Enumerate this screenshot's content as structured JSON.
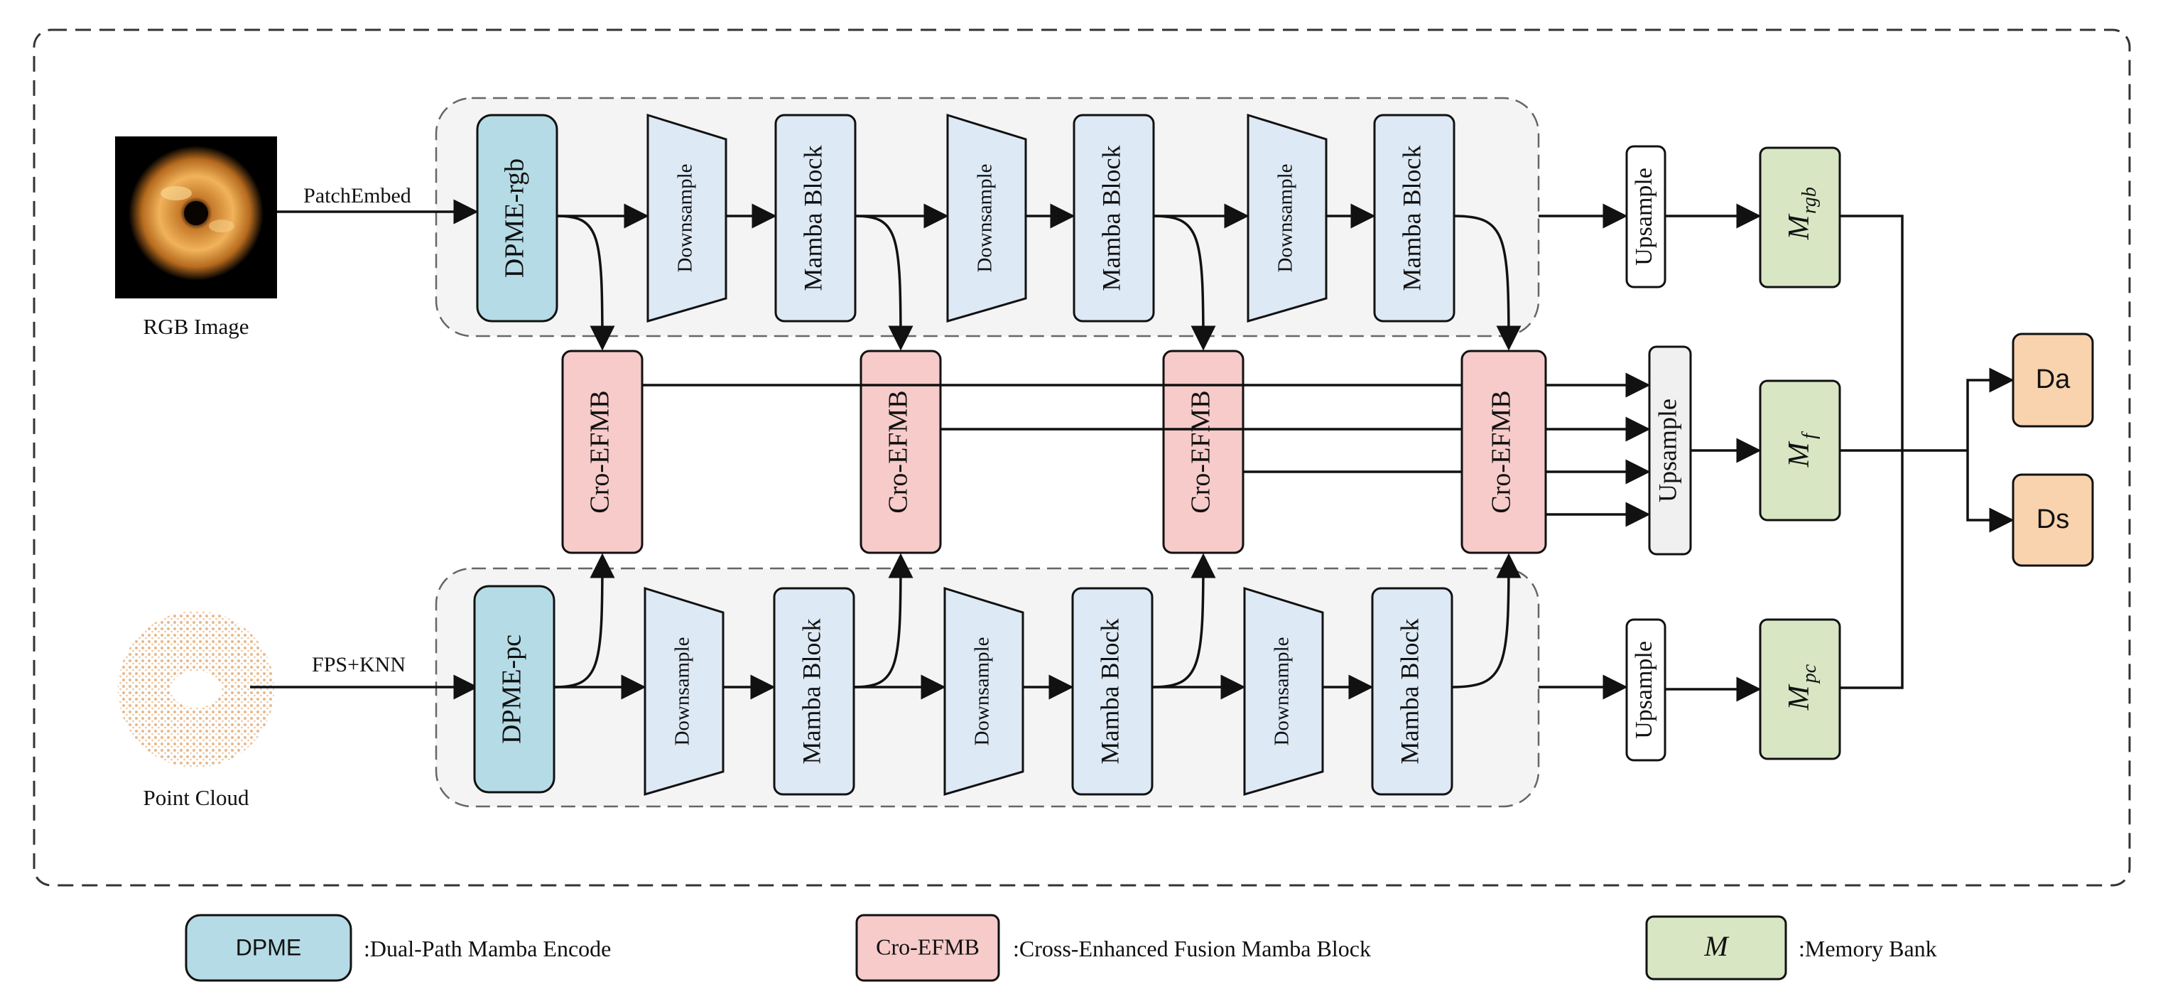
{
  "inputs": {
    "rgb_label": "RGB Image",
    "pc_label": "Point Cloud",
    "rgb_embed": "PatchEmbed",
    "pc_embed": "FPS+KNN"
  },
  "encoder": {
    "dpme_rgb": "DPME-rgb",
    "dpme_pc": "DPME-pc",
    "downsample": "Downsample",
    "mamba_block": "Mamba Block"
  },
  "fusion": {
    "cro_efmb": "Cro-EFMB"
  },
  "heads": {
    "upsample": "Upsample",
    "memory_symbol": "M",
    "sub_rgb": "rgb",
    "sub_f": "f",
    "sub_pc": "pc",
    "out_da": "Da",
    "out_ds": "Ds"
  },
  "legend": {
    "dpme_key": "DPME",
    "dpme_desc": ":Dual-Path Mamba Encode",
    "cro_key": "Cro-EFMB",
    "cro_desc": ":Cross-Enhanced Fusion Mamba Block",
    "mem_key": "M",
    "mem_desc": ":Memory Bank"
  },
  "colors": {
    "dpme": "#b5dbe6",
    "encoder_block": "#dde9f5",
    "cro_efmb": "#f6cbca",
    "memory": "#d8e6c4",
    "output": "#f9d3ae",
    "upsample_gray": "#f0f0f0",
    "group_bg": "#f4f4f4"
  }
}
